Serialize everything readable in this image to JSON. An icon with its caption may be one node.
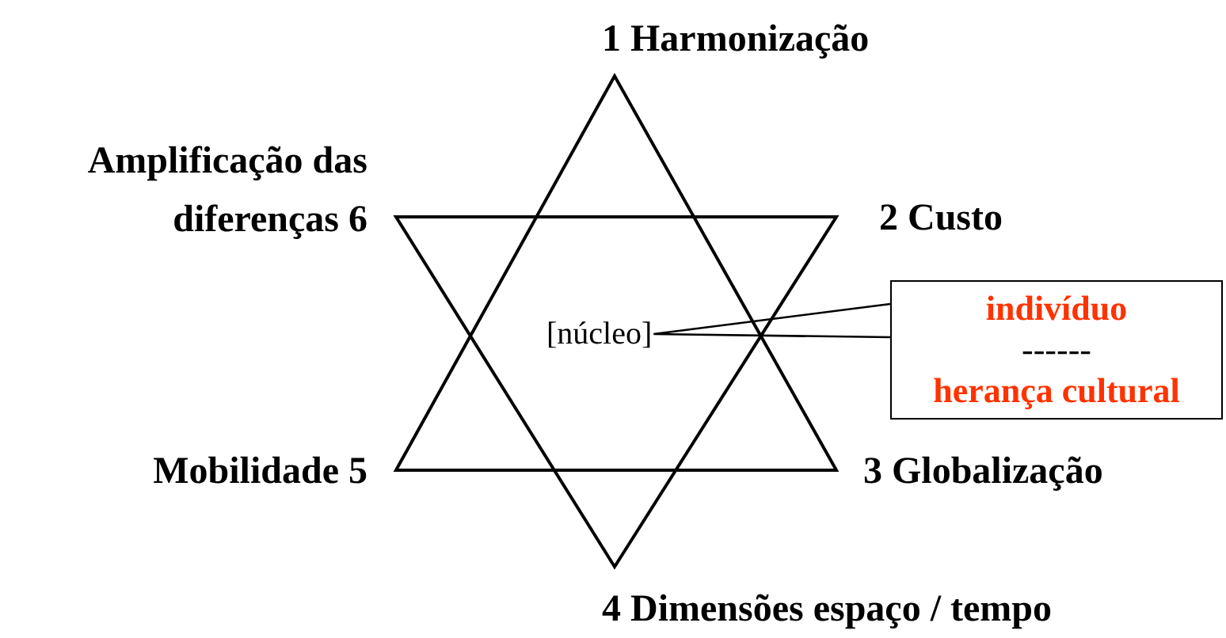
{
  "diagram": {
    "nodes": [
      {
        "text": [
          "[núcleo]"
        ]
      },
      {
        "text": [
          "indivíduo",
          "------",
          "herança cultural"
        ]
      }
    ],
    "edges": [
      {
        "from": 1,
        "to": 0,
        "arrow": "none"
      }
    ],
    "labels": [
      "1 Harmonização",
      "Amplificação das diferenças 6",
      "2 Custo",
      "Mobilidade 5",
      "3 Globalização",
      "4 Dimensões espaço / tempo"
    ]
  }
}
